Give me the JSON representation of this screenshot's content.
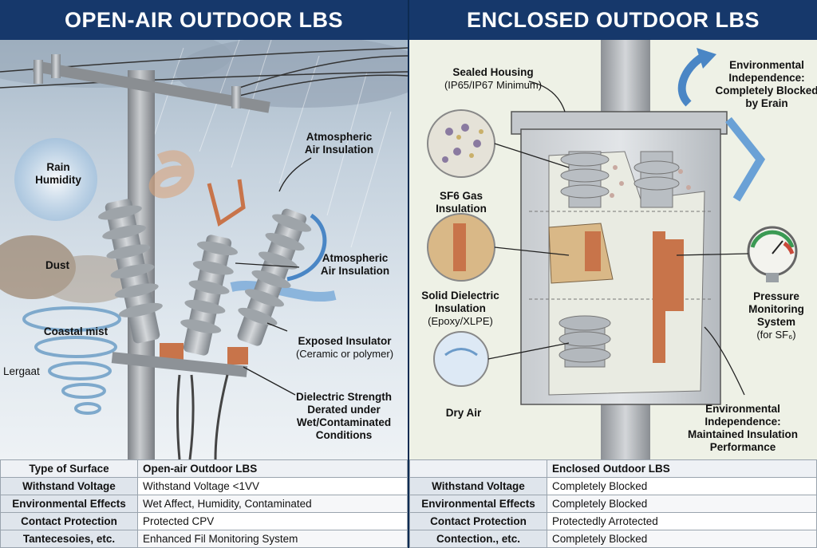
{
  "left": {
    "title": "OPEN-AIR OUTDOOR LBS",
    "labels": {
      "rain": "Rain",
      "humidity": "Humidity",
      "dust": "Dust",
      "coastal": "Coastal mist",
      "lergaat": "Lergaat",
      "air1_a": "Atmospheric",
      "air1_b": "Air Insulation",
      "air2_a": "Atmospheric",
      "air2_b": "Air Insulation",
      "exposed_a": "Exposed Insulator",
      "exposed_b": "(Ceramic or polymer)",
      "dielectric_a": "Dielectric Strength",
      "dielectric_b": "Derated under",
      "dielectric_c": "Wet/Contaminated",
      "dielectric_d": "Conditions"
    }
  },
  "right": {
    "title": "ENCLOSED OUTDOOR LBS",
    "labels": {
      "sealed_a": "Sealed Housing",
      "sealed_b": "(IP65/IP67 Minimum)",
      "env1_a": "Environmental",
      "env1_b": "Independence:",
      "env1_c": "Completely Blocked",
      "env1_d": "by Erain",
      "sf6_a": "SF6 Gas",
      "sf6_b": "Insulation",
      "solid_a": "Solid Dielectric",
      "solid_b": "Insulation",
      "solid_c": "(Epoxy/XLPE)",
      "dry": "Dry Air",
      "pressure_a": "Pressure",
      "pressure_b": "Monitoring",
      "pressure_c": "System",
      "pressure_d": "(for SF₆)",
      "env2_a": "Environmental",
      "env2_b": "Independence:",
      "env2_c": "Maintained Insulation",
      "env2_d": "Performance"
    }
  },
  "table_left": {
    "headers": [
      "Type of Surface",
      "Open-air Outdoor LBS"
    ],
    "rows": [
      [
        "Withstand Voltage",
        "Withstand Voltage <1VV"
      ],
      [
        "Environmental Effects",
        "Wet Affect, Humidity, Contaminated"
      ],
      [
        "Contact Protection",
        "Protected CPV"
      ],
      [
        "Tantecesoies, etc.",
        "Enhanced Fil Monitoring System"
      ]
    ]
  },
  "table_right": {
    "headers": [
      "",
      "Enclosed Outdoor LBS"
    ],
    "rows": [
      [
        "Withstand Voltage",
        "Completely Blocked"
      ],
      [
        "Environmental Effects",
        "Completely Blocked"
      ],
      [
        "Contact Protection",
        "Protectedly Arrotected"
      ],
      [
        "Contection., etc.",
        "Completely Blocked"
      ]
    ]
  },
  "colors": {
    "header_bg": "#16386b",
    "copper": "#c8744a",
    "arrow_blue": "#4a86c5",
    "porcelain": "#a9aeb3"
  }
}
